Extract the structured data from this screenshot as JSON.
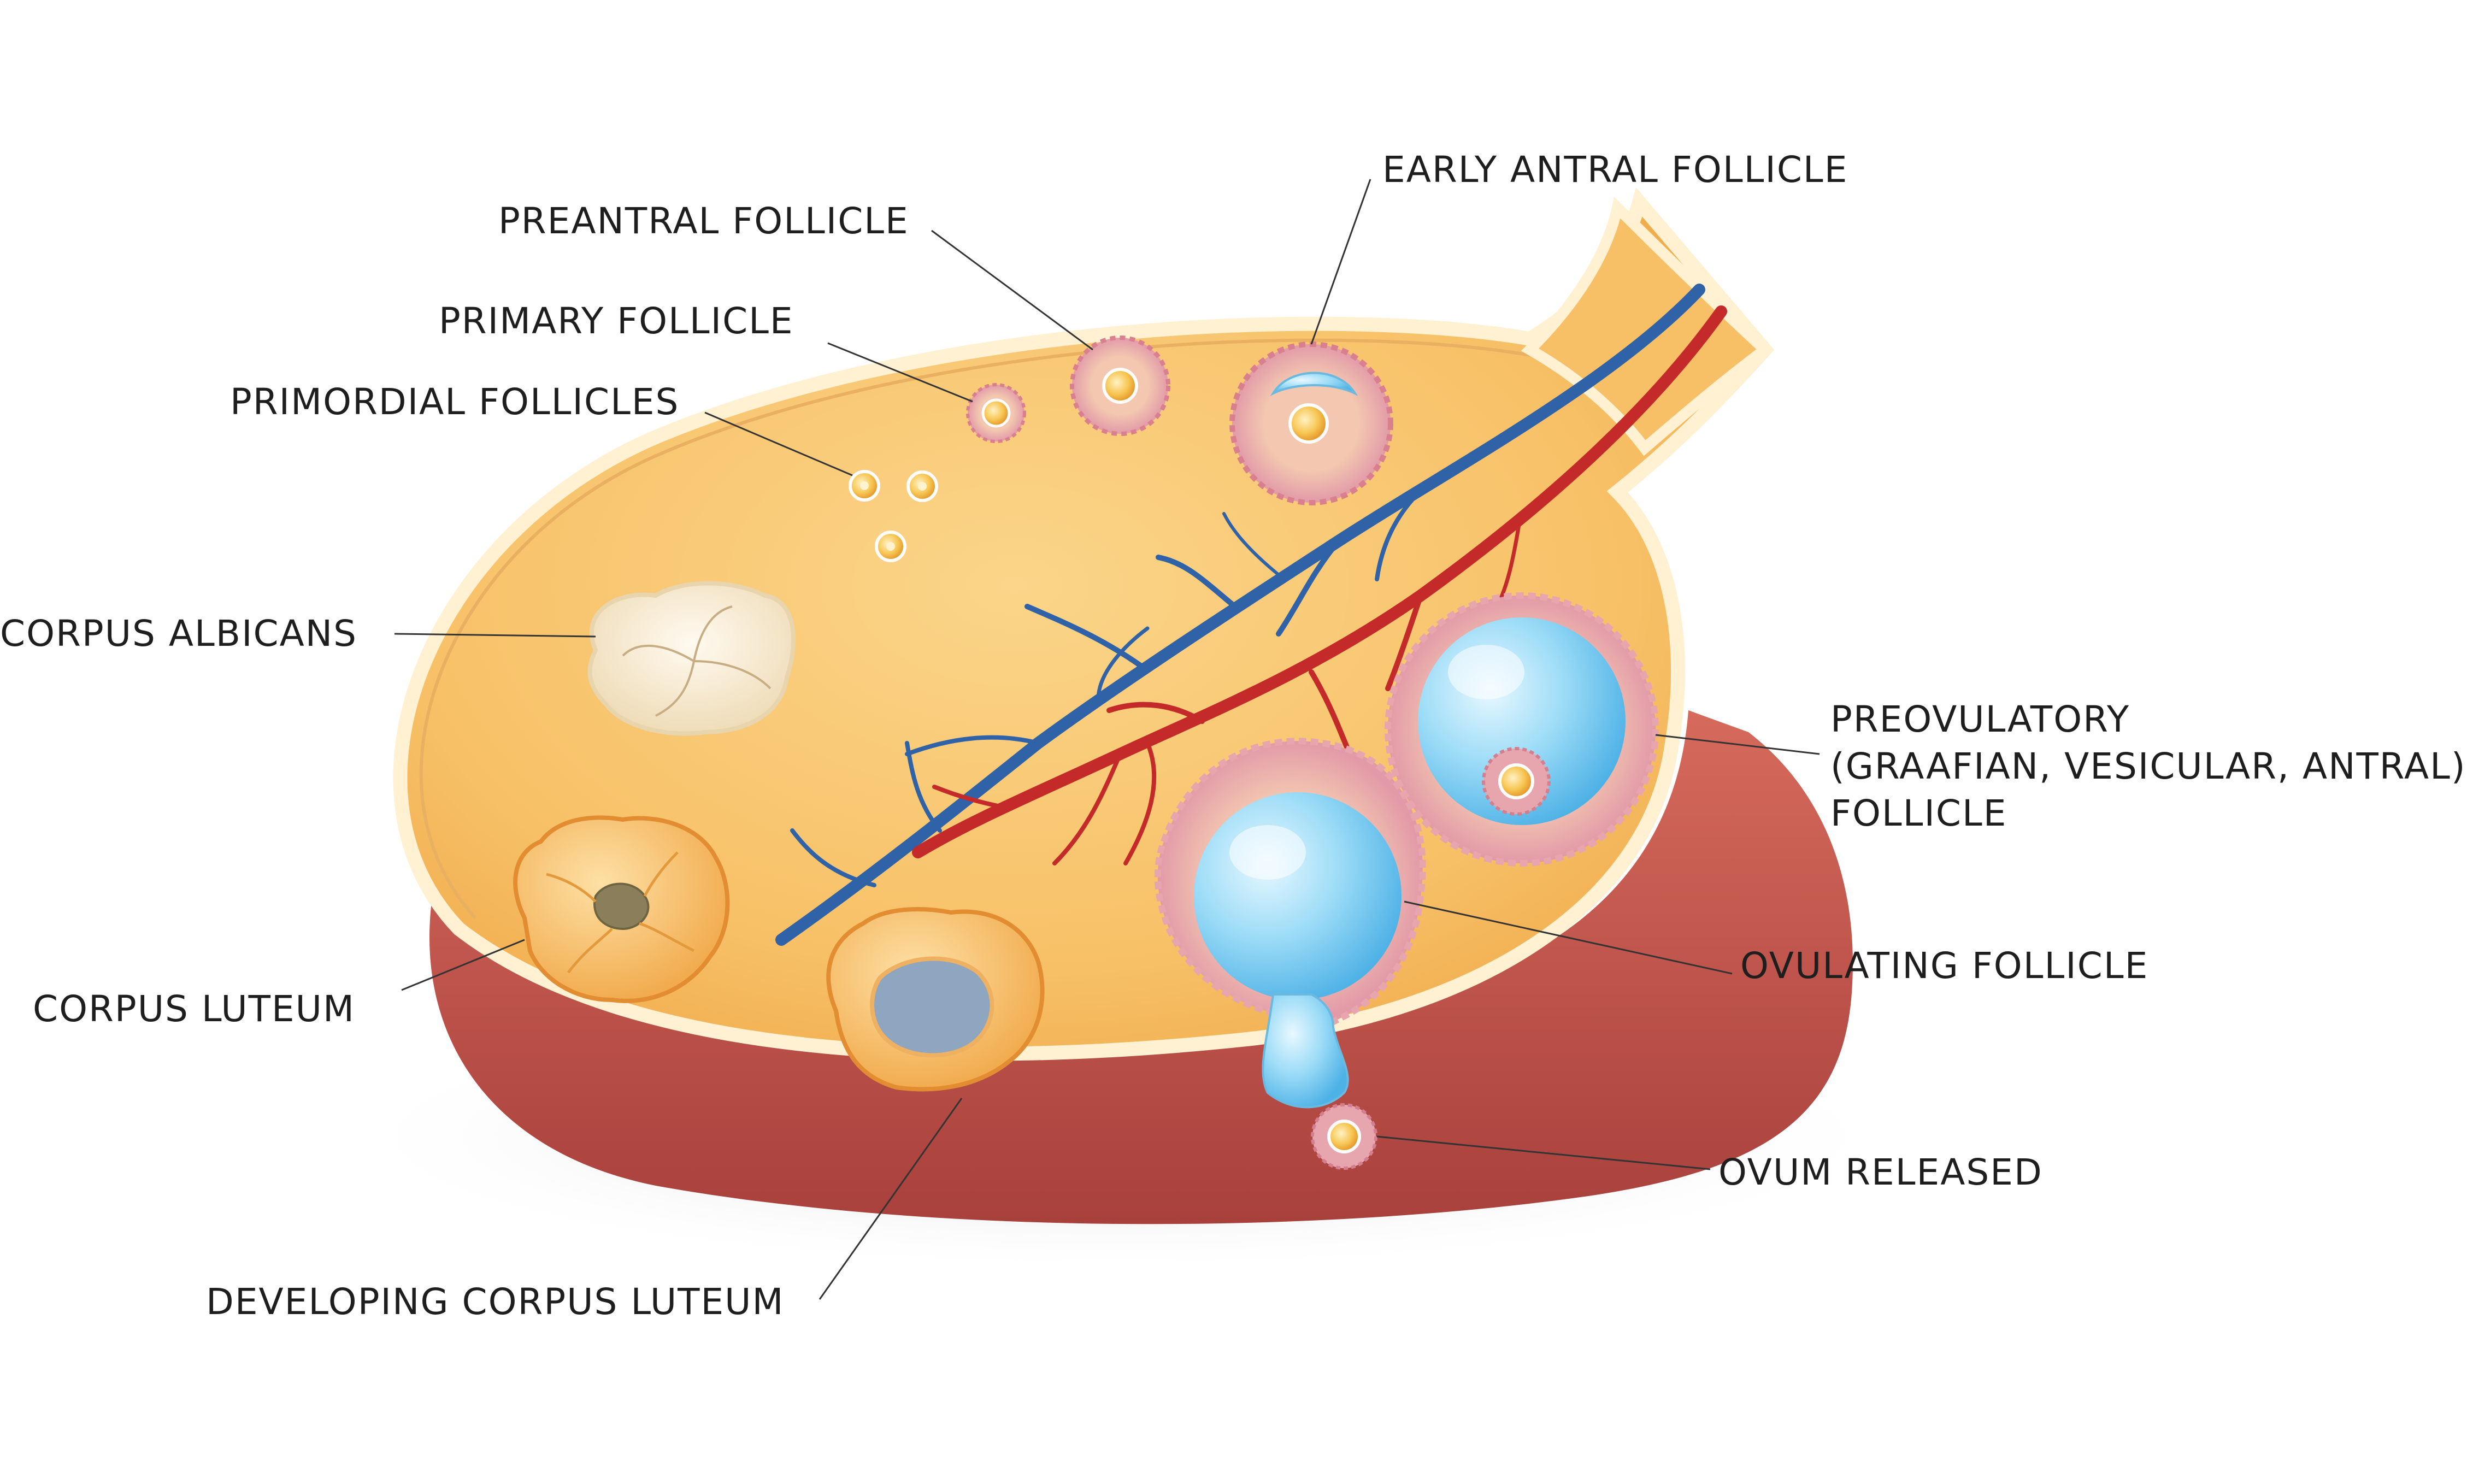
{
  "diagram": {
    "labels": {
      "early_antral_follicle": "EARLY ANTRAL FOLLICLE",
      "preantral_follicle": "PREANTRAL FOLLICLE",
      "primary_follicle": "PRIMARY FOLLICLE",
      "primordial_follicles": "PRIMORDIAL FOLLICLES",
      "corpus_albicans": "CORPUS ALBICANS",
      "corpus_luteum": "CORPUS LUTEUM",
      "developing_corpus_luteum": "DEVELOPING CORPUS LUTEUM",
      "preovulatory_line1": "PREOVULATORY",
      "preovulatory_line2": "(GRAAFIAN, VESICULAR, ANTRAL)",
      "preovulatory_line3": "FOLLICLE",
      "ovulating_follicle": "OVULATING FOLLICLE",
      "ovum_released": "OVUM RELEASED"
    },
    "colors": {
      "ovary_fill": "#f9c56e",
      "ovary_rim": "#fff3d6",
      "ovary_wall": "#c0504a",
      "artery": "#c42a2a",
      "vein": "#2f62a6",
      "fluid": "#8fd6f5",
      "granulosa": "#e6a0b0",
      "oocyte": "#f5b743",
      "leader_line": "#333333"
    }
  }
}
